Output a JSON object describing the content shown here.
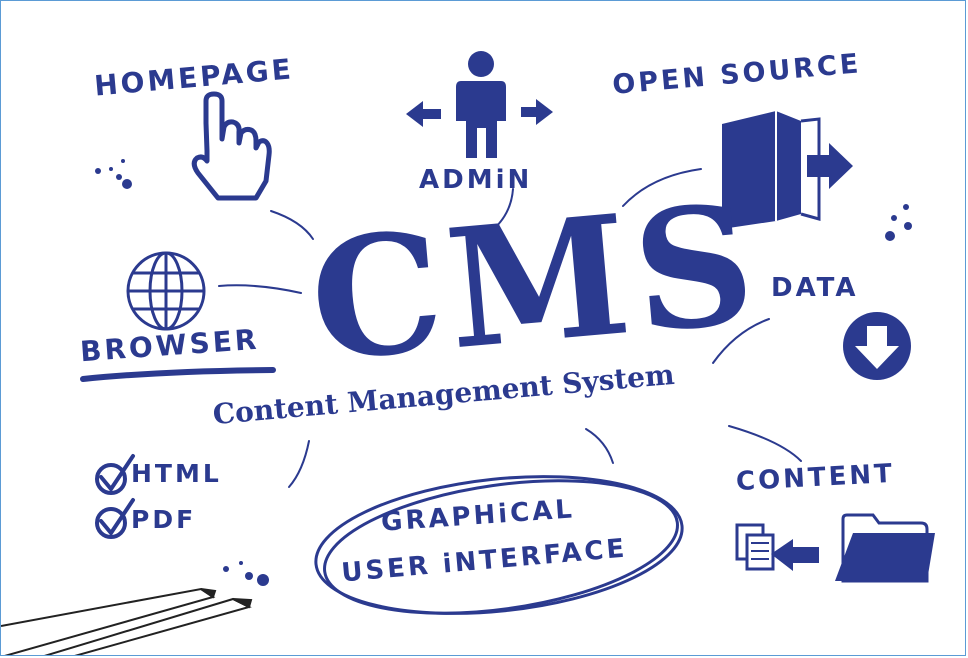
{
  "colors": {
    "ink": "#2b3a8f",
    "frame": "#5b9bd5",
    "background": "#ffffff"
  },
  "labels": {
    "homepage": "HOMEPAGE",
    "admin": "ADMiN",
    "open_source": "OPEN SOURCE",
    "cms": "CMS",
    "data": "DATA",
    "browser": "BROWSER",
    "subtitle": "Content Management System",
    "html": "HTML",
    "pdf": "PDF",
    "gui_line1": "GRAPHiCAL",
    "gui_line2": "USER iNTERFACE",
    "content": "CONTENT"
  },
  "icons": [
    "hand-cursor-icon",
    "person-icon",
    "arrow-left-icon",
    "arrow-right-icon",
    "door-exit-icon",
    "globe-icon",
    "download-arrow-icon",
    "checkmark-icon",
    "documents-icon",
    "folder-icon",
    "pencil-icon"
  ]
}
